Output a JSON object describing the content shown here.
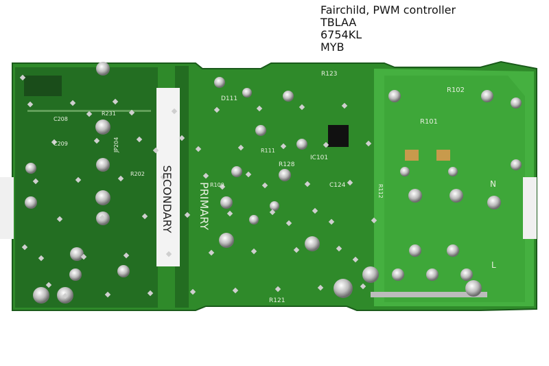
{
  "caption": {
    "lines": [
      "Fairchild, PWM controller",
      "TBLAA",
      "6754KL",
      "MYB"
    ]
  },
  "board": {
    "labels": {
      "primary": "PRIMARY",
      "secondary": "SECONDARY",
      "ic": "IC101",
      "d111": "D111",
      "r102": "R102",
      "r101": "R101",
      "r121": "R121",
      "r123": "R123",
      "r128": "R128",
      "r109": "R109",
      "c124": "C124",
      "c208": "C208",
      "c209": "C209",
      "r231": "R231",
      "jp204": "JP204",
      "r202": "R202",
      "r112": "R112",
      "r111": "R111",
      "n": "N",
      "l": "L"
    },
    "colors": {
      "board": "#2f8a2a",
      "board_dark": "#1f6a20",
      "pad": "#c8c8c8",
      "silkscreen": "#e8f0e0"
    }
  }
}
